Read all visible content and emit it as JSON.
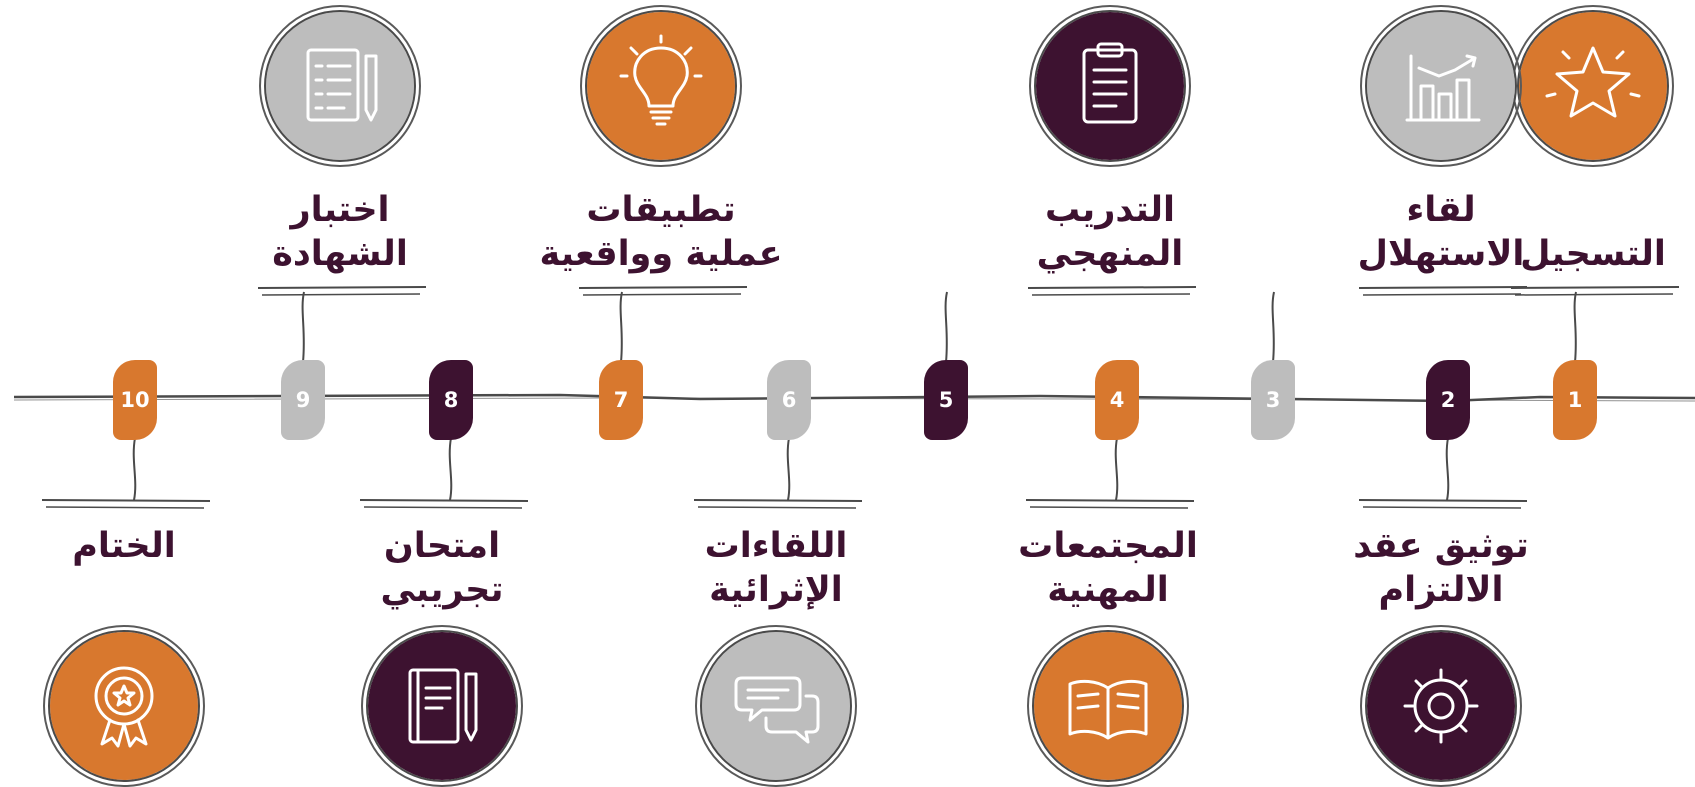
{
  "timeline": {
    "colors": {
      "orange": "#d8782e",
      "gray": "#bdbdbd",
      "plum": "#3d1230",
      "line": "#4a4a4a",
      "text": "#3d1230"
    },
    "steps": [
      {
        "number": "1",
        "lines": [
          "التسجيل"
        ],
        "side": "up",
        "color": "orange",
        "icon": "star-icon"
      },
      {
        "number": "2",
        "lines": [
          "توثيق عقد",
          "الالتزام"
        ],
        "side": "down",
        "color": "plum",
        "icon": "gear-icon"
      },
      {
        "number": "3",
        "lines": [
          "لقاء",
          "الاستهلال"
        ],
        "side": "up",
        "color": "gray",
        "icon": "bar-chart-icon"
      },
      {
        "number": "4",
        "lines": [
          "المجتمعات",
          "المهنية"
        ],
        "side": "down",
        "color": "orange",
        "icon": "open-book-icon"
      },
      {
        "number": "5",
        "lines": [
          "التدريب",
          "المنهجي"
        ],
        "side": "up",
        "color": "plum",
        "icon": "clipboard-icon"
      },
      {
        "number": "6",
        "lines": [
          "اللقاءات",
          "الإثرائية"
        ],
        "side": "down",
        "color": "gray",
        "icon": "chat-bubbles-icon"
      },
      {
        "number": "7",
        "lines": [
          "تطبيقات",
          "عملية وواقعية"
        ],
        "side": "up",
        "color": "orange",
        "icon": "lightbulb-icon"
      },
      {
        "number": "8",
        "lines": [
          "امتحان",
          "تجريبي"
        ],
        "side": "down",
        "color": "plum",
        "icon": "notebook-pen-icon"
      },
      {
        "number": "9",
        "lines": [
          "اختبار",
          "الشهادة"
        ],
        "side": "up",
        "color": "gray",
        "icon": "checklist-icon"
      },
      {
        "number": "10",
        "lines": [
          "الختام"
        ],
        "side": "down",
        "color": "orange",
        "icon": "award-ribbon-icon"
      }
    ]
  }
}
